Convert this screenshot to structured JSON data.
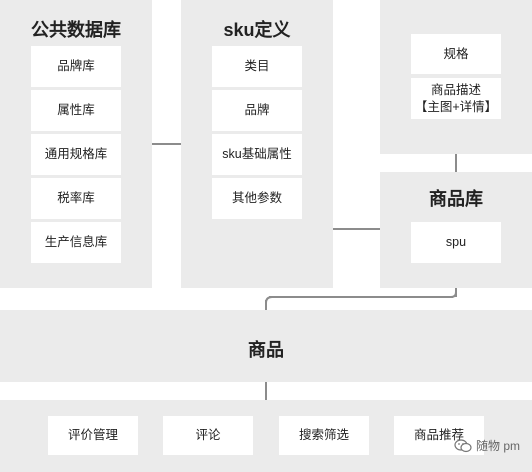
{
  "public_db": {
    "title": "公共数据库",
    "items": [
      "品牌库",
      "属性库",
      "通用规格库",
      "税率库",
      "生产信息库"
    ]
  },
  "sku_def": {
    "title": "sku定义",
    "items": [
      "类目",
      "品牌",
      "sku基础属性",
      "其他参数"
    ]
  },
  "spec_panel": {
    "items": [
      "规格",
      "商品描述\n【主图+详情】"
    ]
  },
  "product_db": {
    "title": "商品库",
    "item": "spu"
  },
  "product": {
    "title": "商品"
  },
  "bottom_items": [
    "评价管理",
    "评论",
    "搜索筛选",
    "商品推荐"
  ],
  "watermark": {
    "icon": "wechat-icon",
    "text": "随物 pm"
  }
}
